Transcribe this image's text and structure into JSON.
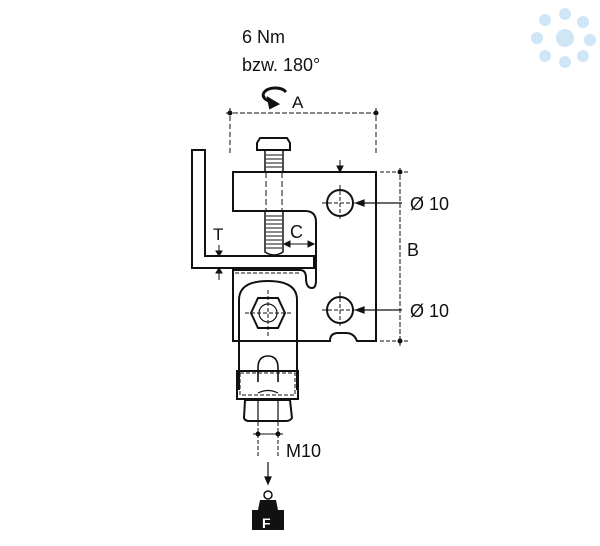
{
  "torque": {
    "line1": "6 Nm",
    "line2": "bzw. 180°"
  },
  "dimensions": {
    "A": "A",
    "B": "B",
    "C": "C",
    "T": "T",
    "hole_upper": "Ø 10",
    "hole_lower": "Ø 10",
    "thread": "M10"
  },
  "load": {
    "label": "F"
  },
  "colors": {
    "line": "#111111",
    "logo": "#cfe6f6"
  }
}
